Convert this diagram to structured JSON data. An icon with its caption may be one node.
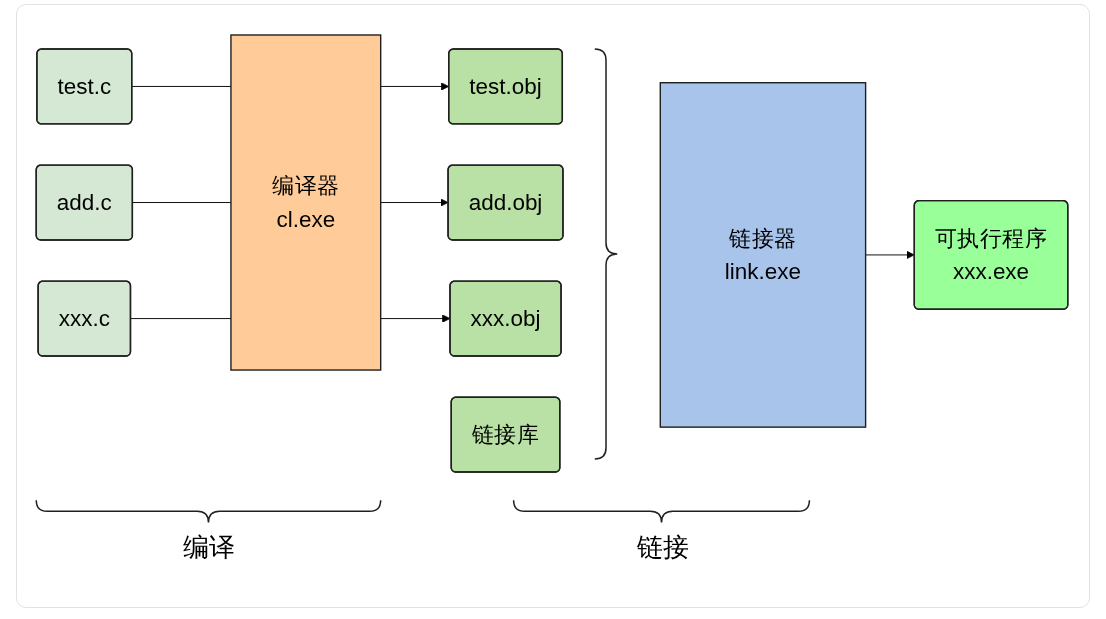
{
  "diagram": {
    "nodes": [
      {
        "text": [
          "test.c"
        ]
      },
      {
        "text": [
          "add.c"
        ]
      },
      {
        "text": [
          "xxx.c"
        ]
      },
      {
        "text": [
          "编译器",
          "cl.exe"
        ]
      },
      {
        "text": [
          "test.obj"
        ]
      },
      {
        "text": [
          "add.obj"
        ]
      },
      {
        "text": [
          "xxx.obj"
        ]
      },
      {
        "text": [
          "链接库"
        ]
      },
      {
        "text": [
          "链接器",
          "link.exe"
        ]
      },
      {
        "text": [
          "可执行程序",
          "xxx.exe"
        ]
      }
    ],
    "edges": [
      {
        "from": 0,
        "to": 3,
        "arrow": "none"
      },
      {
        "from": 1,
        "to": 3,
        "arrow": "none"
      },
      {
        "from": 2,
        "to": 3,
        "arrow": "none"
      },
      {
        "from": 3,
        "to": 4,
        "arrow": "to"
      },
      {
        "from": 3,
        "to": 5,
        "arrow": "to"
      },
      {
        "from": 3,
        "to": 6,
        "arrow": "to"
      },
      {
        "from": 8,
        "to": 9,
        "arrow": "to"
      }
    ],
    "labels": [
      "编译",
      "链接"
    ]
  }
}
